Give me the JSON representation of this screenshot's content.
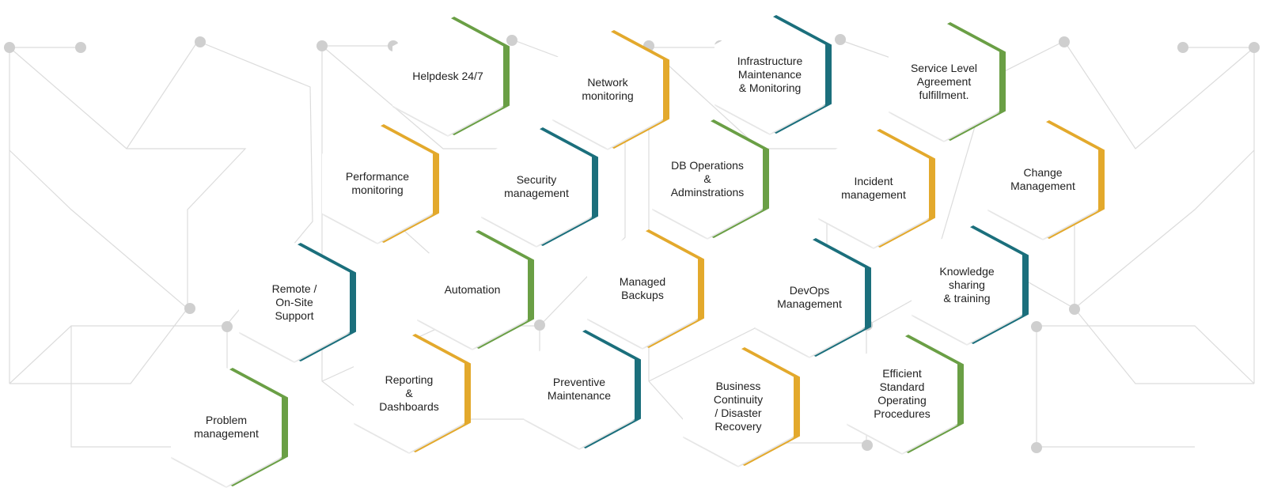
{
  "colors": {
    "green": "#6a9f45",
    "gold": "#e3a92c",
    "teal": "#1b6f7c",
    "line": "#d9d9d9",
    "dot": "#cfcfcf"
  },
  "services": [
    {
      "id": "helpdesk",
      "label": "Helpdesk 24/7",
      "accent": "green"
    },
    {
      "id": "network-monitoring",
      "label": "Network\nmonitoring",
      "accent": "gold"
    },
    {
      "id": "infrastructure",
      "label": "Infrastructure\nMaintenance\n& Monitoring",
      "accent": "teal"
    },
    {
      "id": "sla",
      "label": "Service Level\nAgreement\nfulfillment.",
      "accent": "green"
    },
    {
      "id": "performance",
      "label": "Performance\nmonitoring",
      "accent": "gold"
    },
    {
      "id": "security",
      "label": "Security\nmanagement",
      "accent": "teal"
    },
    {
      "id": "db-operations",
      "label": "DB Operations\n&\nAdminstrations",
      "accent": "green"
    },
    {
      "id": "incident",
      "label": "Incident\nmanagement",
      "accent": "gold"
    },
    {
      "id": "change",
      "label": "Change\nManagement",
      "accent": "gold"
    },
    {
      "id": "remote-support",
      "label": "Remote /\nOn-Site\nSupport",
      "accent": "teal"
    },
    {
      "id": "automation",
      "label": "Automation",
      "accent": "green"
    },
    {
      "id": "managed-backups",
      "label": "Managed\nBackups",
      "accent": "gold"
    },
    {
      "id": "devops",
      "label": "DevOps\nManagement",
      "accent": "teal"
    },
    {
      "id": "knowledge",
      "label": "Knowledge\nsharing\n& training",
      "accent": "teal"
    },
    {
      "id": "problem",
      "label": "Problem\nmanagement",
      "accent": "green"
    },
    {
      "id": "reporting",
      "label": "Reporting\n&\nDashboards",
      "accent": "gold"
    },
    {
      "id": "preventive",
      "label": "Preventive\nMaintenance",
      "accent": "teal"
    },
    {
      "id": "business-continuity",
      "label": "Business\nContinuity\n/ Disaster\nRecovery",
      "accent": "gold"
    },
    {
      "id": "sop",
      "label": "Efficient\nStandard\nOperating\nProcedures",
      "accent": "green"
    }
  ]
}
